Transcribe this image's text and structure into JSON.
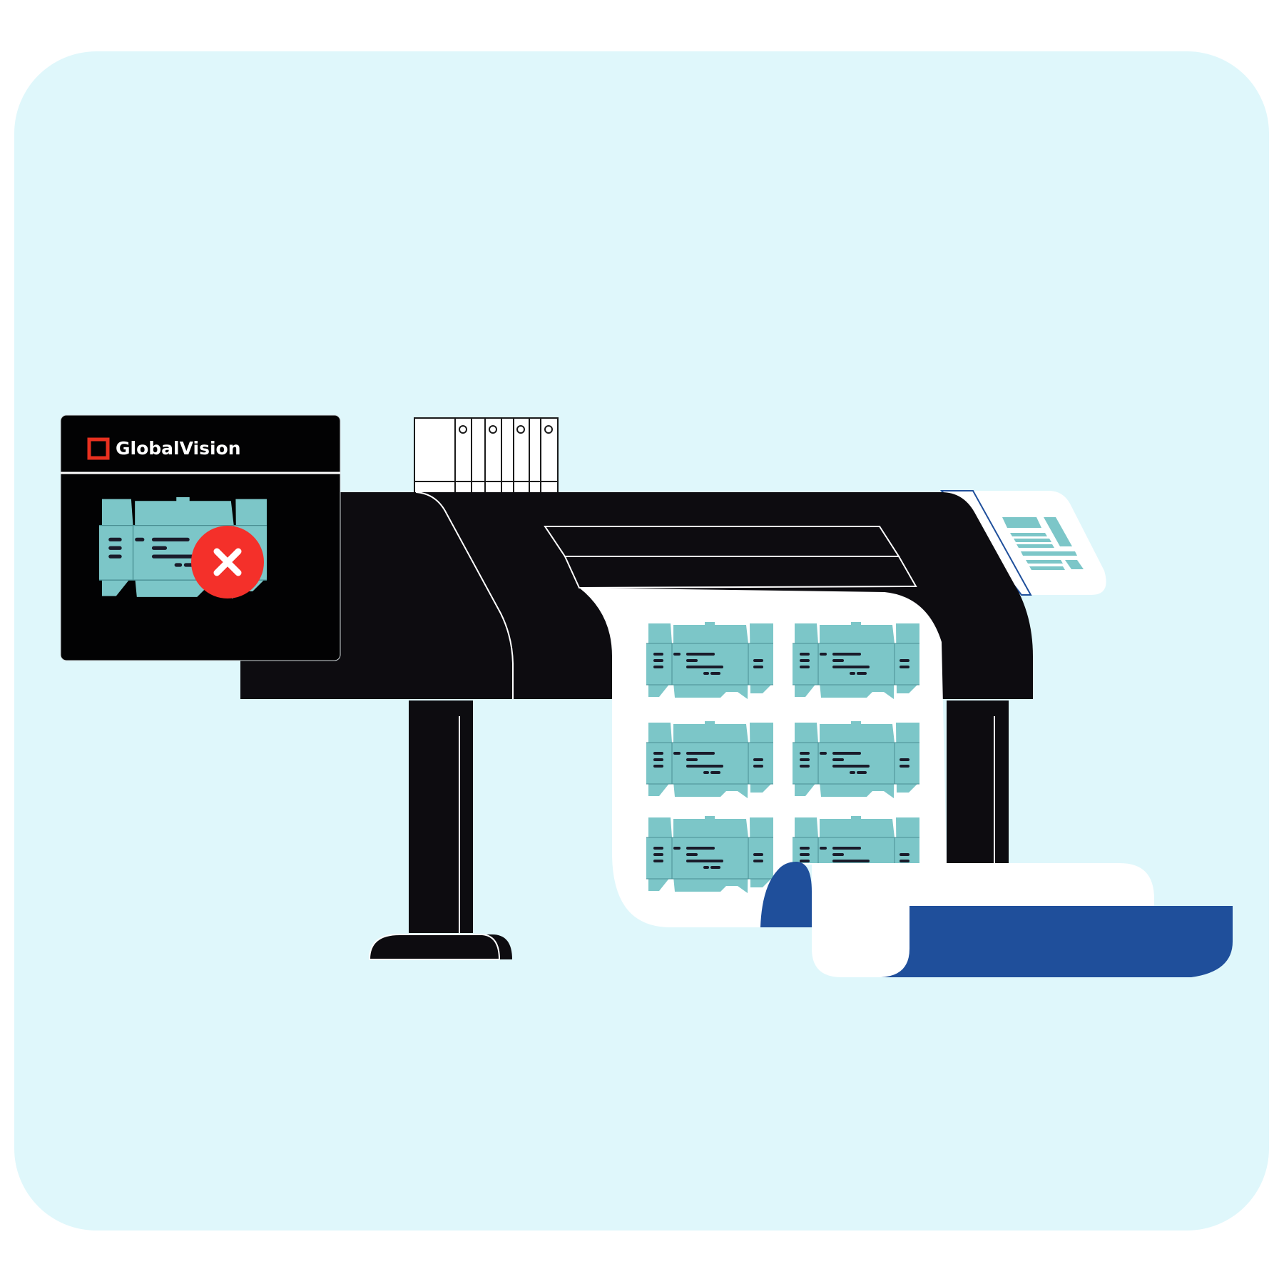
{
  "illustration": {
    "subject": "large-format printer printing packaging dielines with a GlobalVision error panel",
    "colors": {
      "background": "#ffffff",
      "panel_bg": "#dff7fb",
      "printer_body": "#0d0c10",
      "paper": "#ffffff",
      "paper_back": "#1f4f9b",
      "dieline_fill": "#7cc6c8",
      "dieline_text": "#1a1b2a",
      "error_red": "#f4302a",
      "logo_red": "#e8301f"
    }
  },
  "inspection_panel": {
    "brand_name": "GlobalVision",
    "status": "error",
    "status_icon": "x-mark-icon"
  },
  "printer": {
    "binder_count": 8,
    "control_panel_icon": "document-lines-icon",
    "printed_dielines": 6
  }
}
